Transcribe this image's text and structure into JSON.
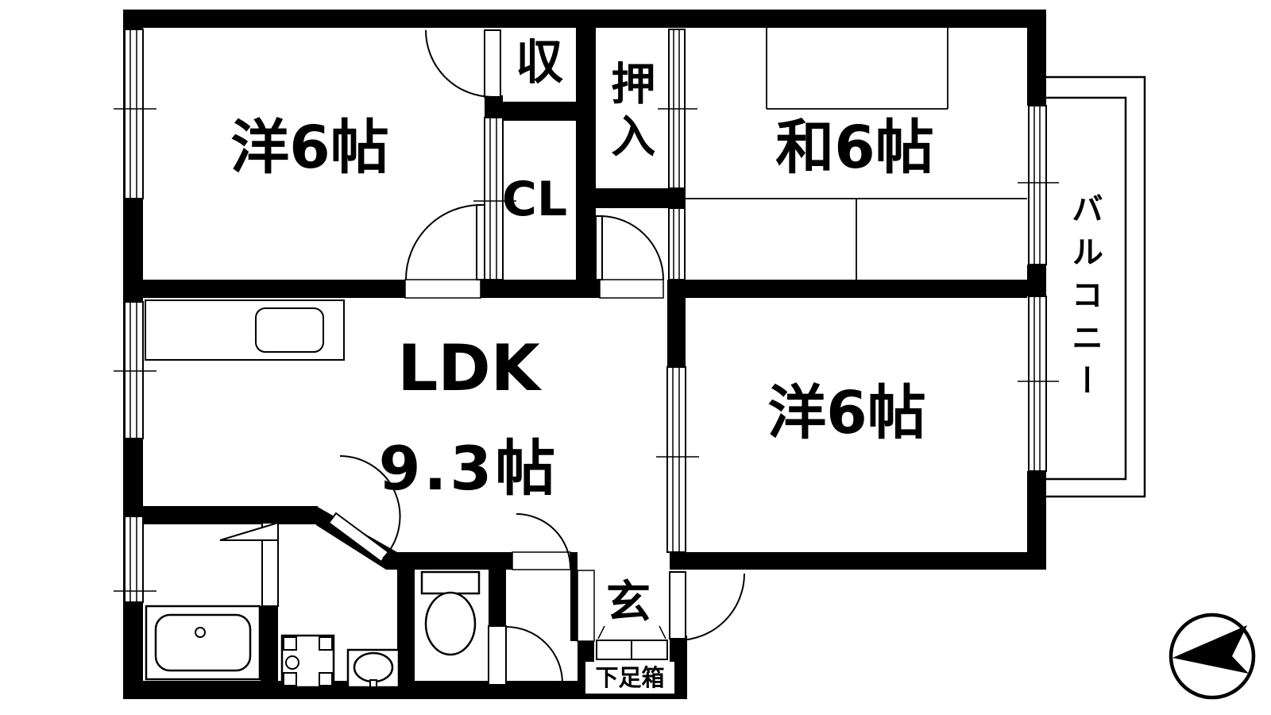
{
  "floor_plan": {
    "labels": {
      "western_room_top": "洋6帖",
      "storage": "収",
      "closet": "CL",
      "oshiire": "押入",
      "japanese_room": "和6帖",
      "ldk": "LDK",
      "ldk_size": "9.3帖",
      "western_room_right": "洋6帖",
      "balcony": "バルコニー",
      "entrance": "玄",
      "shoe_box": "下足箱"
    },
    "colors": {
      "wall": "#000000",
      "background": "#ffffff",
      "line": "#000000"
    }
  }
}
